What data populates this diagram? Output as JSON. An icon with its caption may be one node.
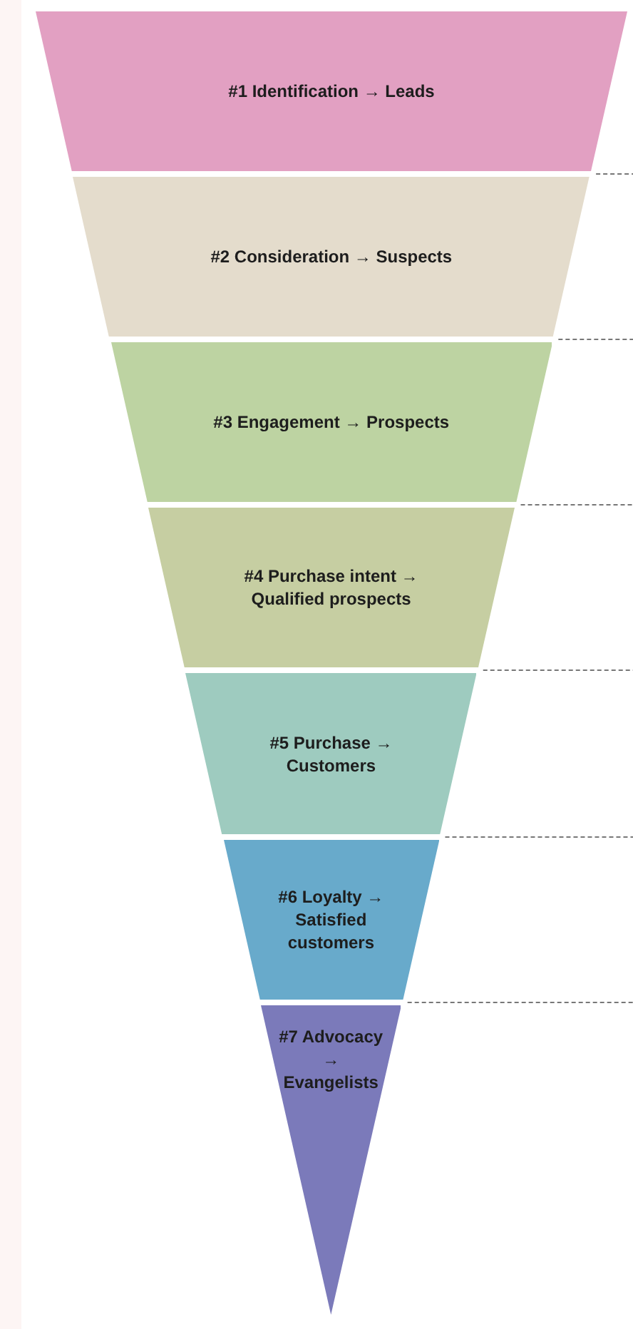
{
  "diagram": {
    "nodes": [
      {
        "text": [
          "#1 Identification → Leads"
        ]
      },
      {
        "text": [
          "#2 Consideration → Suspects"
        ]
      },
      {
        "text": [
          "#3 Engagement → Prospects"
        ]
      },
      {
        "text": [
          "#4 Purchase intent → Qualified prospects"
        ]
      },
      {
        "text": [
          "#5 Purchase → Customers"
        ]
      },
      {
        "text": [
          "#6 Loyalty → Satisfied customers"
        ]
      },
      {
        "text": [
          "#7 Advocacy → Evangelists"
        ]
      }
    ]
  }
}
